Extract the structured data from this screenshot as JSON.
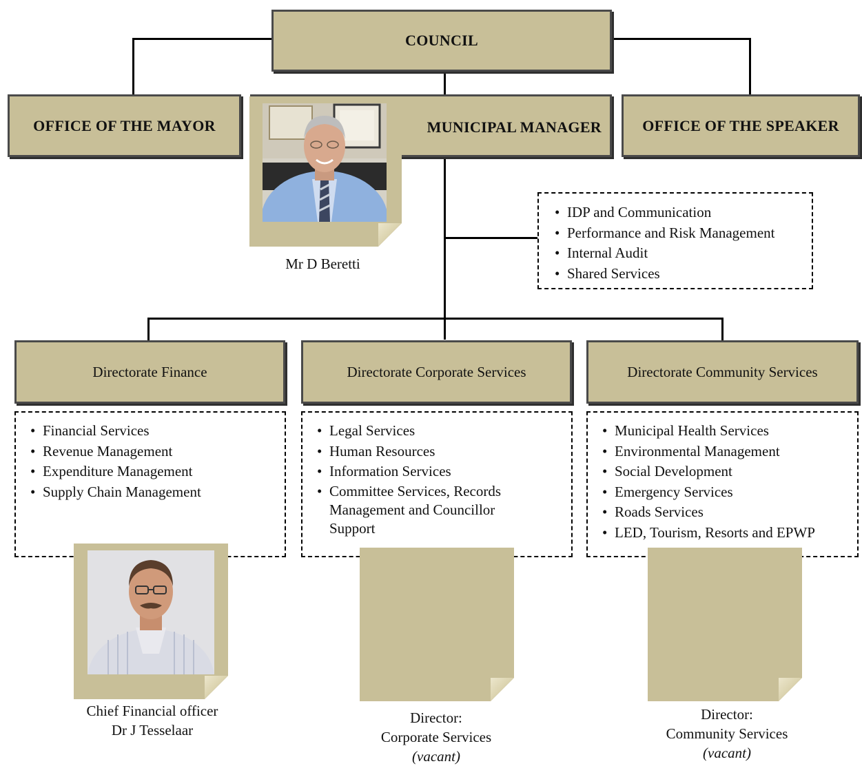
{
  "council": {
    "label": "COUNCIL"
  },
  "office_mayor": {
    "label": "OFFICE OF THE MAYOR"
  },
  "municipal_manager": {
    "label": "MUNICIPAL MANAGER",
    "name": "Mr D Beretti",
    "units": [
      "IDP and Communication",
      "Performance and Risk Management",
      "Internal Audit",
      "Shared Services"
    ]
  },
  "office_speaker": {
    "label": "OFFICE OF THE SPEAKER"
  },
  "directorates": [
    {
      "label": "Directorate Finance",
      "items": [
        "Financial Services",
        "Revenue Management",
        "Expenditure Management",
        "Supply Chain Management"
      ],
      "caption_line1": "Chief Financial officer",
      "caption_line2": "Dr J Tesselaar"
    },
    {
      "label": "Directorate Corporate Services",
      "items": [
        "Legal Services",
        "Human Resources",
        "Information Services",
        "Committee Services, Records Management and Councillor Support"
      ],
      "caption_line1": "Director:",
      "caption_line2": "Corporate Services",
      "caption_status": "(vacant)"
    },
    {
      "label": "Directorate Community Services",
      "items": [
        "Municipal Health Services",
        "Environmental Management",
        "Social Development",
        "Emergency Services",
        "Roads Services",
        "LED, Tourism, Resorts and EPWP"
      ],
      "caption_line1": "Director:",
      "caption_line2": "Community Services",
      "caption_status": "(vacant)"
    }
  ],
  "colors": {
    "box_fill": "#c8bf98",
    "box_border": "#4a4a4a",
    "connector": "#000000"
  }
}
